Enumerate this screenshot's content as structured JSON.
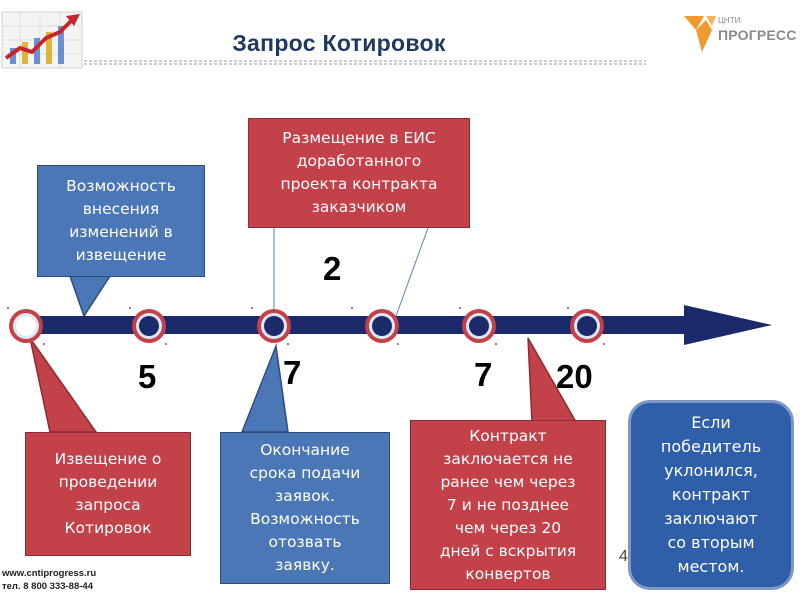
{
  "title": "Запрос Котировок",
  "brand": {
    "small": "ЦНТИ",
    "name": "ПРОГРЕСС"
  },
  "timeline": {
    "numbers": [
      "5",
      "7",
      "2",
      "7",
      "20"
    ]
  },
  "callouts": {
    "changes": "Возможность\nвнесения\nизменений в\nизвещение",
    "placement": "Размещение в ЕИС\nдоработанного\nпроекта контракта\nзаказчиком",
    "notice": "Извещение о\nпроведении\nзапроса\nКотировок",
    "deadline": "Окончание\nсрока подачи\nзаявок.\nВозможность\nотозвать\nзаявку.",
    "contract": "Контракт\nзаключается не\nранее чем через\n7 и не позднее\nчем через 20\nдней с вскрытия\nконвертов",
    "winner": "Если\nпобедитель\nуклонился,\nконтракт\nзаключают\nсо вторым\nместом."
  },
  "footer": {
    "site": "www.cntiprogress.ru",
    "phone": "тел. 8 800 333-88-44"
  },
  "page_number": "4",
  "colors": {
    "title": "#1f3a5f",
    "arrow": "#1b2a6b",
    "box_blue": "#4b77b6",
    "box_red": "#c3424a",
    "box_round": "#2f5fa8",
    "node_outer": "#c3424a"
  }
}
